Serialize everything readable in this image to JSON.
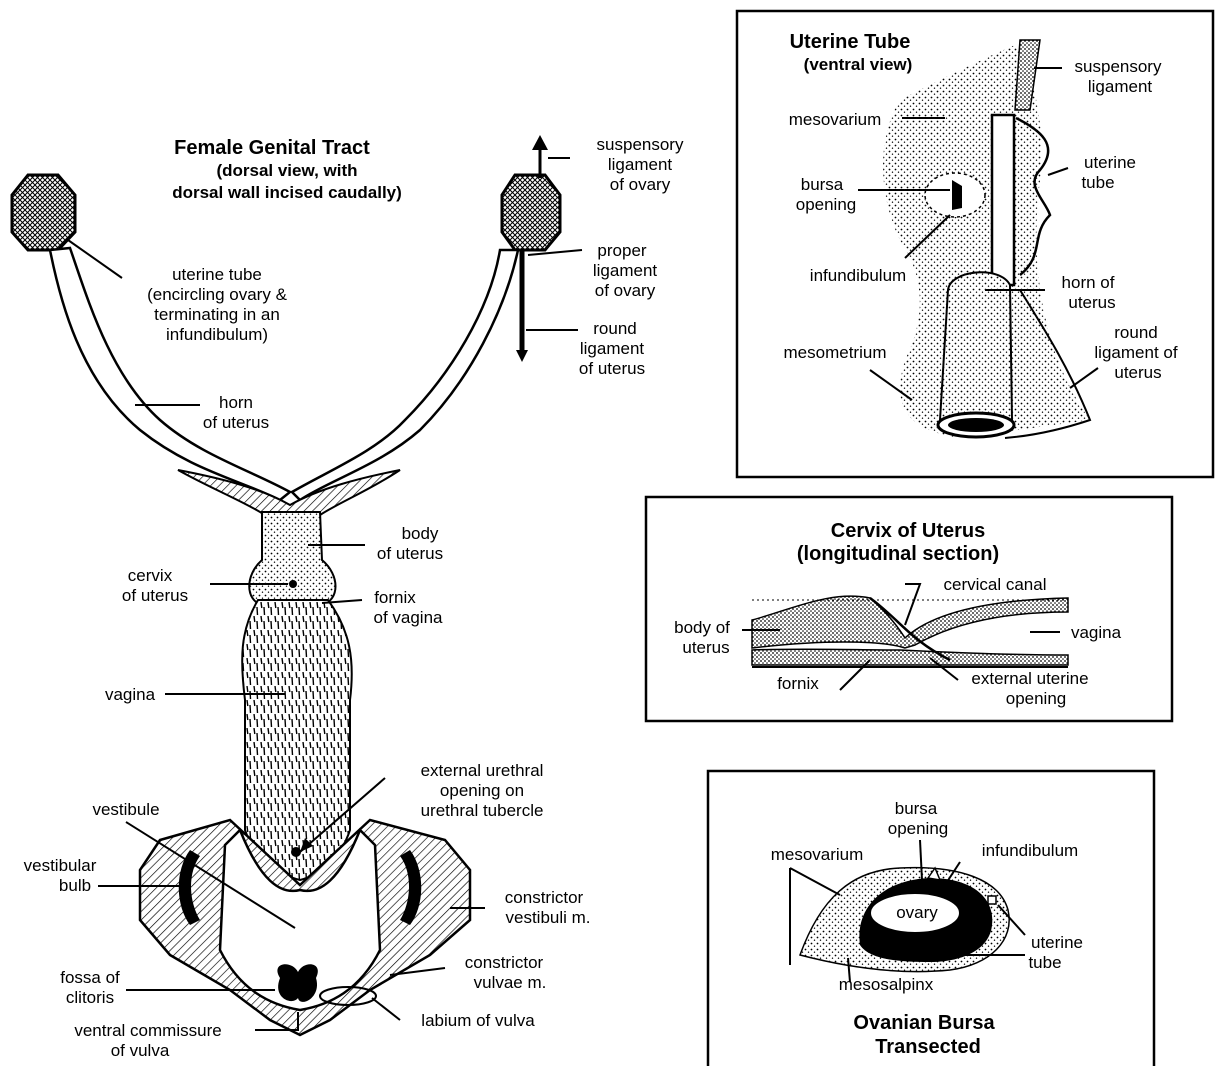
{
  "main": {
    "title": "Female Genital Tract",
    "subtitle_1": "(dorsal view, with",
    "subtitle_2": "dorsal wall incised caudally)",
    "labels": {
      "uterine_tube_1": "uterine tube",
      "uterine_tube_2": "(encircling ovary &",
      "uterine_tube_3": "terminating in an",
      "uterine_tube_4": "infundibulum)",
      "horn_1": "horn",
      "horn_2": "of uterus",
      "susp_1": "suspensory",
      "susp_2": "ligament",
      "susp_3": "of ovary",
      "proper_1": "proper",
      "proper_2": "ligament",
      "proper_3": "of ovary",
      "round_1": "round",
      "round_2": "ligament",
      "round_3": "of uterus",
      "body_1": "body",
      "body_2": "of uterus",
      "cervix_1": "cervix",
      "cervix_2": "of uterus",
      "fornix_1": "fornix",
      "fornix_2": "of vagina",
      "vagina": "vagina",
      "ext_ureth_1": "external urethral",
      "ext_ureth_2": "opening on",
      "ext_ureth_3": "urethral tubercle",
      "vestibule": "vestibule",
      "vest_bulb_1": "vestibular",
      "vest_bulb_2": "bulb",
      "constr_vest_1": "constrictor",
      "constr_vest_2": "vestibuli m.",
      "constr_vulv_1": "constrictor",
      "constr_vulv_2": "vulvae m.",
      "fossa_1": "fossa of",
      "fossa_2": "clitoris",
      "labium": "labium of vulva",
      "ventral_1": "ventral commissure",
      "ventral_2": "of vulva"
    }
  },
  "uterine_tube_box": {
    "title_1": "Uterine Tube",
    "title_2": "(ventral  view)",
    "labels": {
      "susp_1": "suspensory",
      "susp_2": "ligament",
      "mesovarium": "mesovarium",
      "ut_tube_1": "uterine",
      "ut_tube_2": "tube",
      "bursa_1": "bursa",
      "bursa_2": "opening",
      "infundibulum": "infundibulum",
      "horn_1": "horn of",
      "horn_2": "uterus",
      "round_1": "round",
      "round_2": "ligament of",
      "round_3": "uterus",
      "mesometrium": "mesometrium"
    }
  },
  "cervix_box": {
    "title_1": "Cervix of Uterus",
    "title_2": "(longitudinal section)",
    "labels": {
      "canal": "cervical canal",
      "body_1": "body of",
      "body_2": "uterus",
      "vagina": "vagina",
      "fornix": "fornix",
      "ext_1": "external uterine",
      "ext_2": "opening"
    }
  },
  "bursa_box": {
    "title_1": "Ovanian Bursa",
    "title_2": "Transected",
    "labels": {
      "bursa_1": "bursa",
      "bursa_2": "opening",
      "mesovarium": "mesovarium",
      "infundibulum": "infundibulum",
      "ovary": "ovary",
      "ut_tube_1": "uterine",
      "ut_tube_2": "tube",
      "mesosalpinx": "mesosalpinx"
    }
  }
}
